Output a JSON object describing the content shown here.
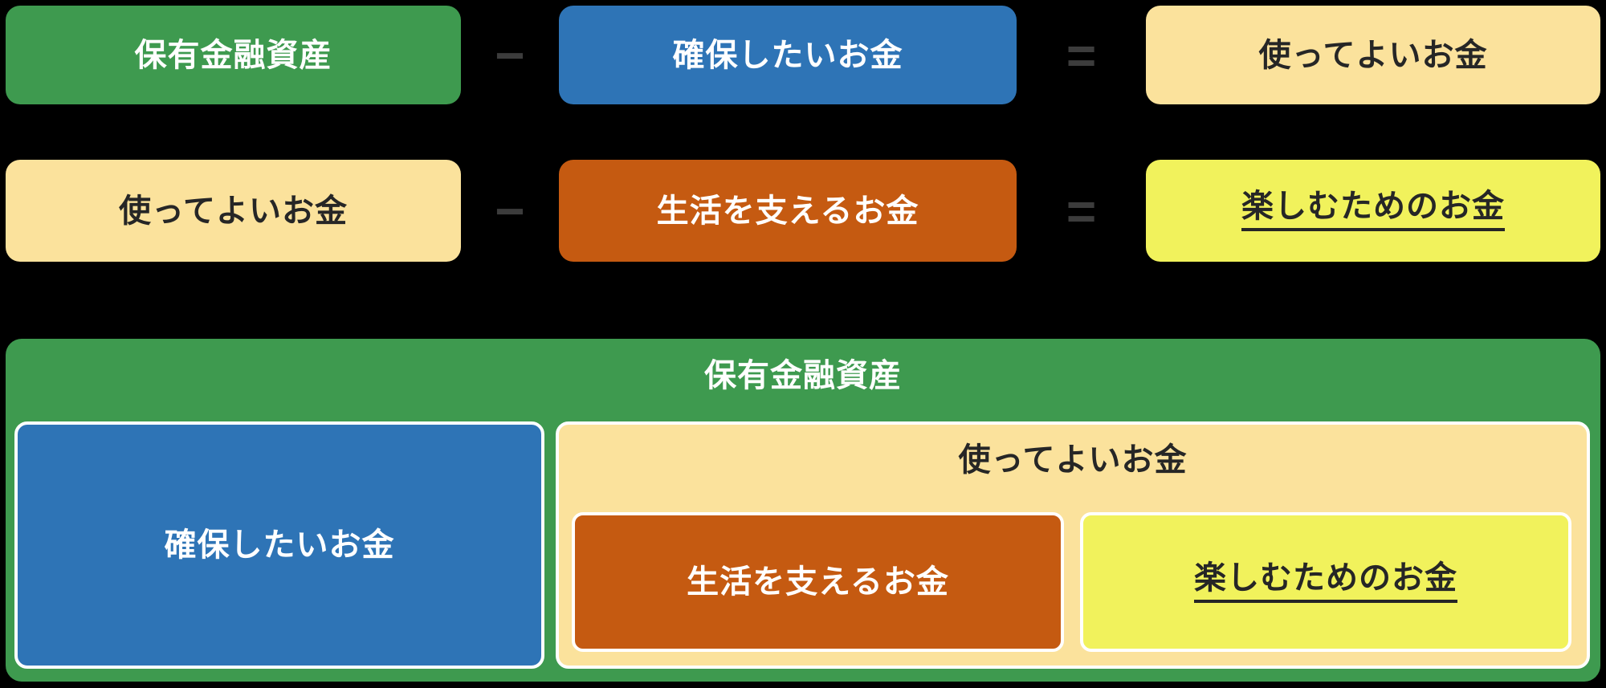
{
  "colors": {
    "background": "#000000",
    "green": "#3E9A4F",
    "blue": "#2E74B6",
    "cream": "#FBE29C",
    "orange": "#C55A11",
    "yellow": "#F1F25C",
    "dark": "#262626",
    "operator": "#3C3C3C",
    "border": "#FFFFFF"
  },
  "formula_rows": [
    {
      "left": {
        "label": "保有金融資産"
      },
      "operator1": "−",
      "middle": {
        "label": "確保したいお金"
      },
      "operator2": "=",
      "right": {
        "label": "使ってよいお金"
      }
    },
    {
      "left": {
        "label": "使ってよいお金"
      },
      "operator1": "−",
      "middle": {
        "label": "生活を支えるお金"
      },
      "operator2": "=",
      "right": {
        "label": "楽しむためのお金"
      }
    }
  ],
  "container_diagram": {
    "title": "保有金融資産",
    "reserved": {
      "label": "確保したいお金"
    },
    "spendable": {
      "title": "使ってよいお金",
      "living": {
        "label": "生活を支えるお金"
      },
      "enjoyment": {
        "label": "楽しむためのお金"
      }
    }
  }
}
